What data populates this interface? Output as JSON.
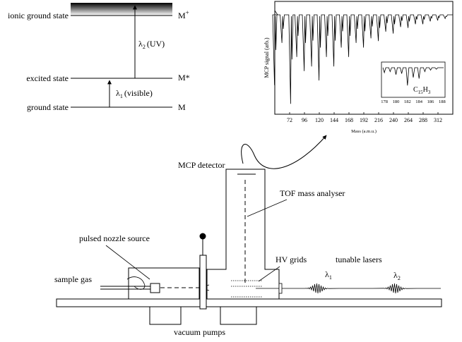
{
  "energy_levels": {
    "ionic": {
      "label": "ionic ground state",
      "species": "M",
      "species_sup": "+"
    },
    "excited": {
      "label": "excited state",
      "species": "M*"
    },
    "ground": {
      "label": "ground state",
      "species": "M"
    },
    "transition_uv": {
      "symbol": "λ",
      "sub": "2",
      "text": "(UV)"
    },
    "transition_vis": {
      "symbol": "λ",
      "sub": "1",
      "text": "(visible)"
    }
  },
  "spectrum": {
    "ylabel": "MCP signal (arb.)",
    "xlabel": "Mass (a.m.u.)",
    "ticks": [
      "72",
      "96",
      "120",
      "144",
      "168",
      "192",
      "216",
      "240",
      "264",
      "288",
      "312"
    ],
    "inset_ticks": [
      "178",
      "180",
      "182",
      "184",
      "186",
      "188"
    ],
    "inset_label": {
      "main": "C",
      "sub1": "15",
      "mid": "H",
      "sub2": "3"
    }
  },
  "chart_data": {
    "type": "line",
    "xlabel": "Mass (a.m.u.)",
    "ylabel": "MCP signal (arb.)",
    "x_ticks": [
      72,
      96,
      120,
      144,
      168,
      192,
      216,
      240,
      264,
      288,
      312
    ],
    "peaks": [
      {
        "mass": 48,
        "depth": 0.75
      },
      {
        "mass": 60,
        "depth": 0.3
      },
      {
        "mass": 74,
        "depth": 0.95
      },
      {
        "mass": 84,
        "depth": 0.45
      },
      {
        "mass": 96,
        "depth": 0.6
      },
      {
        "mass": 108,
        "depth": 0.55
      },
      {
        "mass": 120,
        "depth": 0.7
      },
      {
        "mass": 132,
        "depth": 0.45
      },
      {
        "mass": 144,
        "depth": 0.55
      },
      {
        "mass": 156,
        "depth": 0.35
      },
      {
        "mass": 168,
        "depth": 0.45
      },
      {
        "mass": 180,
        "depth": 0.3
      },
      {
        "mass": 192,
        "depth": 0.35
      },
      {
        "mass": 204,
        "depth": 0.25
      },
      {
        "mass": 216,
        "depth": 0.28
      },
      {
        "mass": 228,
        "depth": 0.18
      },
      {
        "mass": 240,
        "depth": 0.2
      },
      {
        "mass": 252,
        "depth": 0.13
      },
      {
        "mass": 264,
        "depth": 0.14
      },
      {
        "mass": 276,
        "depth": 0.1
      },
      {
        "mass": 288,
        "depth": 0.1
      },
      {
        "mass": 300,
        "depth": 0.07
      },
      {
        "mass": 312,
        "depth": 0.06
      },
      {
        "mass": 324,
        "depth": 0.04
      }
    ],
    "inset": {
      "x_ticks": [
        178,
        180,
        182,
        184,
        186,
        188
      ],
      "peaks": [
        {
          "mass": 178,
          "depth": 0.25
        },
        {
          "mass": 179,
          "depth": 0.2
        },
        {
          "mass": 180,
          "depth": 0.35
        },
        {
          "mass": 181,
          "depth": 0.3
        },
        {
          "mass": 182,
          "depth": 0.9
        },
        {
          "mass": 183,
          "depth": 0.5
        },
        {
          "mass": 184,
          "depth": 0.55
        },
        {
          "mass": 185,
          "depth": 0.2
        },
        {
          "mass": 186,
          "depth": 0.12
        },
        {
          "mass": 187,
          "depth": 0.08
        }
      ]
    }
  },
  "apparatus": {
    "mcp_detector": "MCP detector",
    "tof": "TOF mass analyser",
    "nozzle": "pulsed nozzle source",
    "sample_gas": "sample gas",
    "hv_grids": "HV grids",
    "tunable_lasers": "tunable lasers",
    "laser1": {
      "symbol": "λ",
      "sub": "1"
    },
    "laser2": {
      "symbol": "λ",
      "sub": "2"
    },
    "vacuum": "vacuum pumps"
  }
}
